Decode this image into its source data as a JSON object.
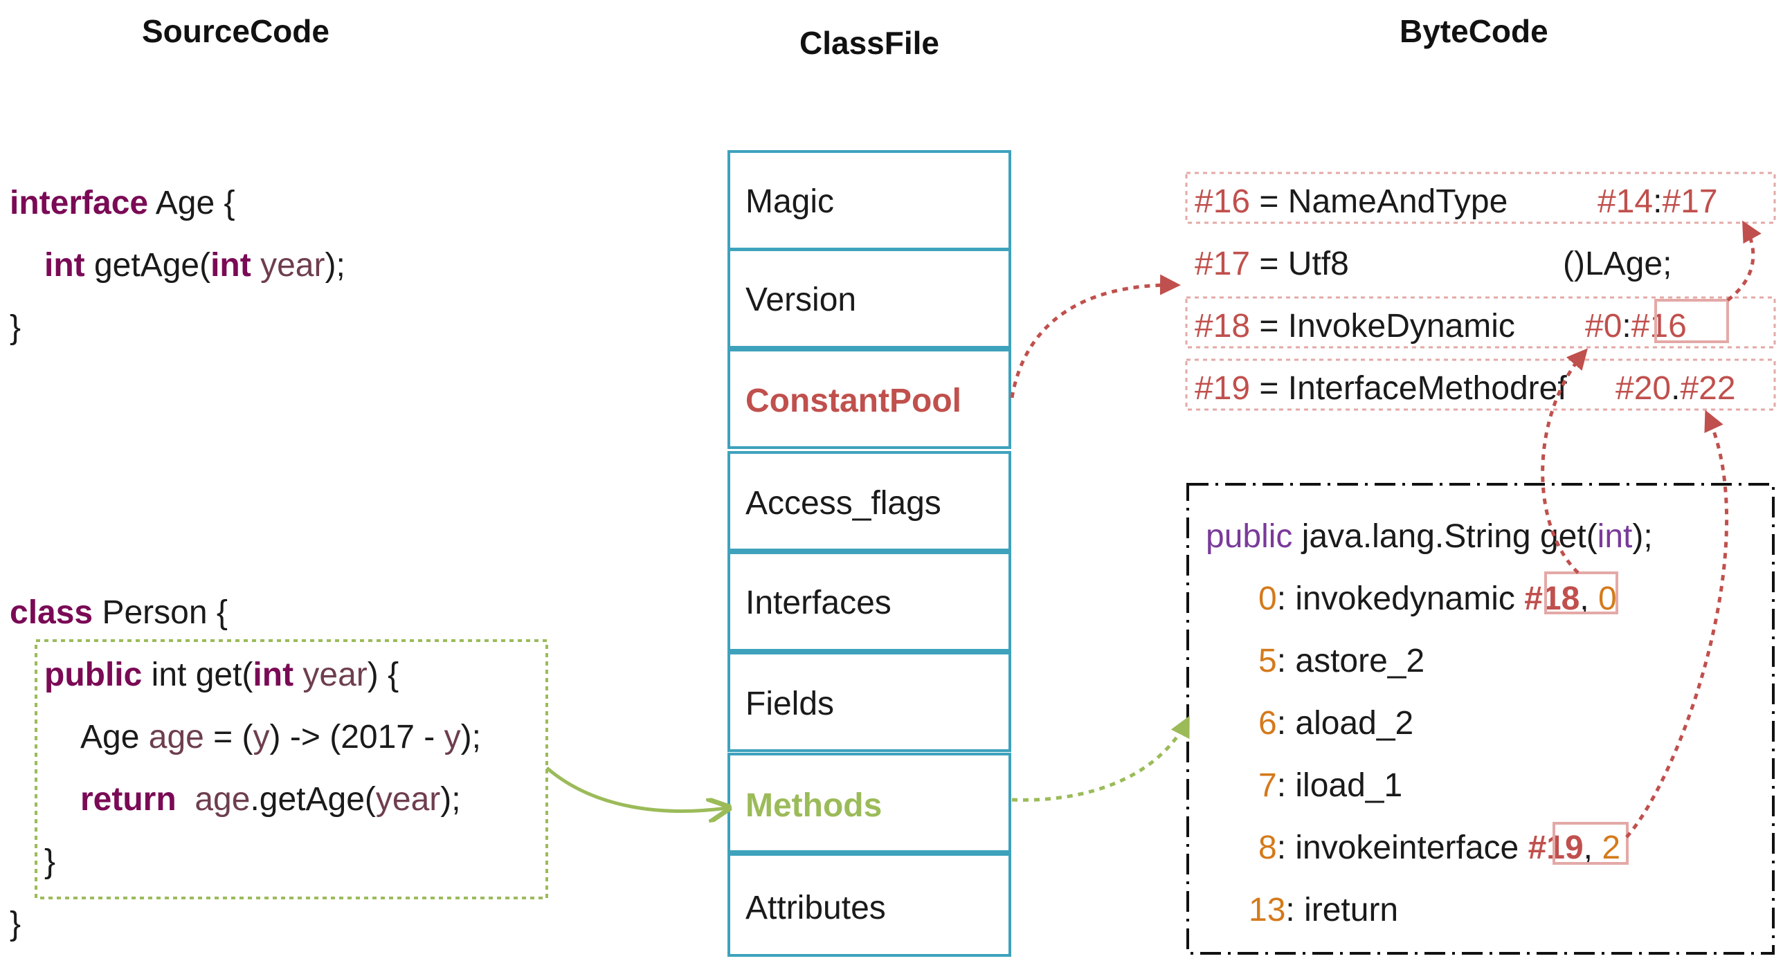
{
  "headings": {
    "source": "SourceCode",
    "classfile": "ClassFile",
    "bytecode": "ByteCode"
  },
  "source_code": {
    "interface_kw": "interface",
    "interface_rest": " Age {",
    "method_int1": "int",
    "method_name": " getAge(",
    "method_int2": "int",
    "method_param": " year",
    "method_end": ");",
    "close1": "}",
    "class_kw": "class",
    "class_rest": " Person {",
    "public_kw": "public",
    "get_sig1": " int get(",
    "get_int": "int",
    "get_param": " year",
    "get_end": ") {",
    "age_type": "Age ",
    "age_var": "age",
    "age_eq": " = (",
    "age_y1": "y",
    "age_mid": ") -> (2017 - ",
    "age_y2": "y",
    "age_end": ");",
    "return_kw": "return",
    "return_var": "age",
    "return_call": ".getAge(",
    "return_year": "year",
    "return_end": ");",
    "close_inner": "}",
    "close2": "}"
  },
  "classfile": {
    "cells": [
      "Magic",
      "Version",
      "ConstantPool",
      "Access_flags",
      "Interfaces",
      "Fields",
      "Methods",
      "Attributes"
    ]
  },
  "constant_pool": {
    "e16_id": "#16",
    "e16_name": " = NameAndType",
    "e16_ref_a": "#14",
    "e16_colon": ":",
    "e16_ref_b": "#17",
    "e17_id": "#17",
    "e17_name": " = Utf8",
    "e17_val": "()LAge;",
    "e18_id": "#18",
    "e18_name": " = InvokeDynamic",
    "e18_ref_a": "#0",
    "e18_colon": ":",
    "e18_ref_b": "#16",
    "e19_id": "#19",
    "e19_name": " = InterfaceMethodref",
    "e19_ref_a": "#20",
    "e19_dot": ".",
    "e19_ref_b": "#22"
  },
  "bytecode": {
    "sig_public": "public",
    "sig_mid": " java.lang.String get(",
    "sig_int": "int",
    "sig_end": ");",
    "lines": [
      {
        "num": "0",
        "op": ": invokedynamic ",
        "ref": "#18",
        "rest": ", ",
        "arg": "0"
      },
      {
        "num": "5",
        "op": ": astore_2",
        "ref": "",
        "rest": "",
        "arg": ""
      },
      {
        "num": "6",
        "op": ": aload_2",
        "ref": "",
        "rest": "",
        "arg": ""
      },
      {
        "num": "7",
        "op": ": iload_1",
        "ref": "",
        "rest": "",
        "arg": ""
      },
      {
        "num": "8",
        "op": ": invokeinterface ",
        "ref": "#19",
        "rest": ", ",
        "arg": "2"
      },
      {
        "num": "13",
        "op": ": ireturn",
        "ref": "",
        "rest": "",
        "arg": ""
      }
    ]
  },
  "colors": {
    "keyword": "#7a0a55",
    "classfile_border": "#3ea2bd",
    "constantpool_label": "#c0504d",
    "methods_label": "#9bbb59",
    "ref_red": "#c0504d",
    "num_orange": "#d47a1b",
    "green_arrow": "#9bbb59",
    "red_arrow": "#c0504d"
  }
}
